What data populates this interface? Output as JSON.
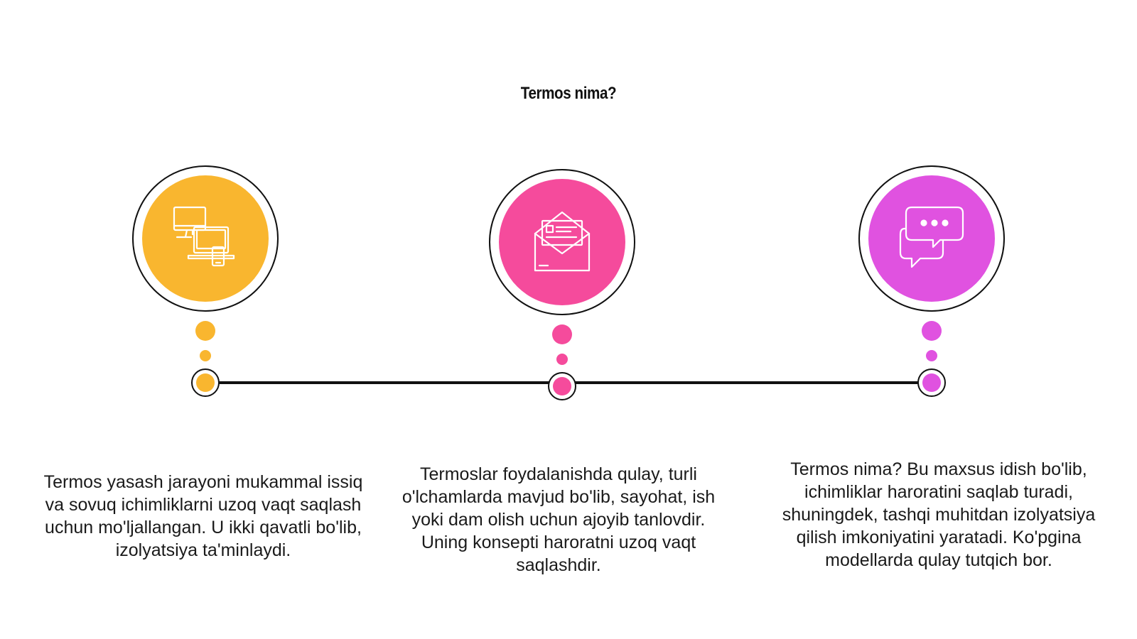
{
  "title": "Termos nima?",
  "colors": {
    "orange": "#F9B62F",
    "pink": "#F54B9C",
    "magenta": "#E052E0",
    "line": "#111111"
  },
  "steps": [
    {
      "icon": "devices-icon",
      "color": "#F9B62F",
      "text": "Termos yasash jarayoni mukammal issiq va sovuq ichimliklarni uzoq vaqt saqlash uchun mo'ljallangan. U ikki qavatli bo'lib, izolyatsiya ta'minlaydi."
    },
    {
      "icon": "envelope-icon",
      "color": "#F54B9C",
      "text": "Termoslar foydalanishda qulay, turli o'lchamlarda mavjud bo'lib, sayohat, ish yoki dam olish uchun ajoyib tanlovdir. Uning konsepti haroratni uzoq vaqt saqlashdir."
    },
    {
      "icon": "chat-bubbles-icon",
      "color": "#E052E0",
      "text": "Termos nima? Bu maxsus idish bo'lib, ichimliklar haroratini saqlab turadi, shuningdek, tashqi muhitdan izolyatsiya qilish imkoniyatini yaratadi. Ko'pgina modellarda qulay tutqich bor."
    }
  ]
}
